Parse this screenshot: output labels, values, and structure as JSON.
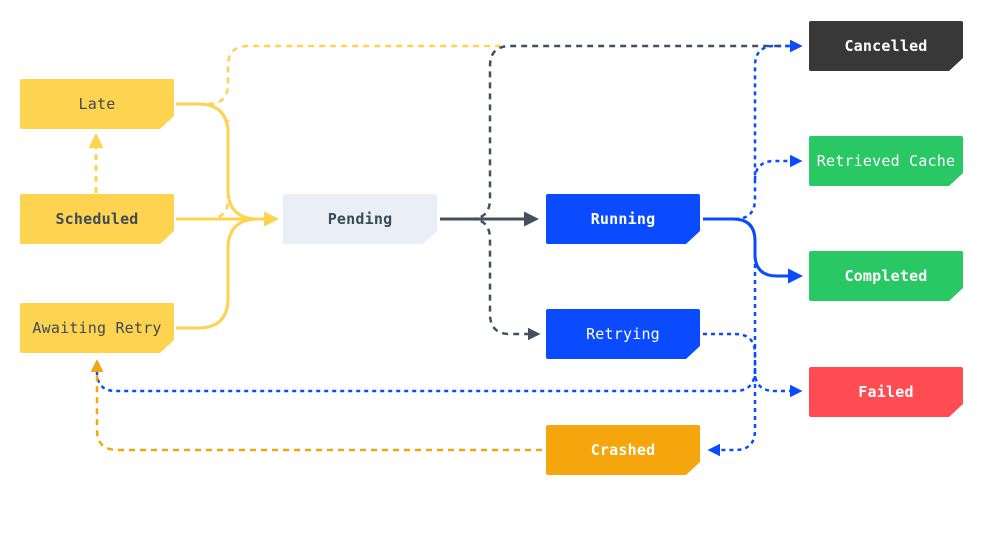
{
  "colors": {
    "yellow": "#FDD34F",
    "yellow_dark_text": "#3F4A57",
    "pending_bg": "#E9EEF7",
    "blue": "#0A4BFF",
    "orange": "#F5A60D",
    "cancelled": "#383838",
    "green": "#29C865",
    "red": "#FF4C52",
    "slate": "#44505E",
    "white": "#FFFFFF"
  },
  "nodes": {
    "late": "Late",
    "scheduled": "Scheduled",
    "awaiting_retry": "Awaiting Retry",
    "pending": "Pending",
    "running": "Running",
    "retrying": "Retrying",
    "crashed": "Crashed",
    "cancelled": "Cancelled",
    "retrieved_cache": "Retrieved Cache",
    "completed": "Completed",
    "failed": "Failed"
  },
  "edges": [
    {
      "from": "late",
      "to": "pending",
      "style": "solid",
      "color": "yellow"
    },
    {
      "from": "scheduled",
      "to": "pending",
      "style": "solid",
      "color": "yellow"
    },
    {
      "from": "awaiting_retry",
      "to": "pending",
      "style": "solid",
      "color": "yellow"
    },
    {
      "from": "scheduled",
      "to": "late",
      "style": "dashed",
      "color": "yellow"
    },
    {
      "from": "late",
      "to": "cancelled",
      "style": "dashed",
      "color": "yellow"
    },
    {
      "from": "scheduled",
      "to": "cancelled",
      "style": "dashed",
      "color": "yellow"
    },
    {
      "from": "pending",
      "to": "running",
      "style": "solid",
      "color": "slate"
    },
    {
      "from": "pending",
      "to": "cancelled",
      "style": "dashed",
      "color": "slate"
    },
    {
      "from": "pending",
      "to": "retrying",
      "style": "dashed",
      "color": "slate"
    },
    {
      "from": "running",
      "to": "completed",
      "style": "solid",
      "color": "blue"
    },
    {
      "from": "running",
      "to": "cancelled",
      "style": "dotted",
      "color": "blue"
    },
    {
      "from": "running",
      "to": "retrieved_cache",
      "style": "dotted",
      "color": "blue"
    },
    {
      "from": "running",
      "to": "crashed",
      "style": "dotted",
      "color": "blue"
    },
    {
      "from": "running",
      "to": "awaiting_retry",
      "style": "dotted",
      "color": "blue"
    },
    {
      "from": "retrying",
      "to": "failed",
      "style": "dotted",
      "color": "blue"
    },
    {
      "from": "crashed",
      "to": "awaiting_retry",
      "style": "dashed",
      "color": "orange"
    }
  ]
}
